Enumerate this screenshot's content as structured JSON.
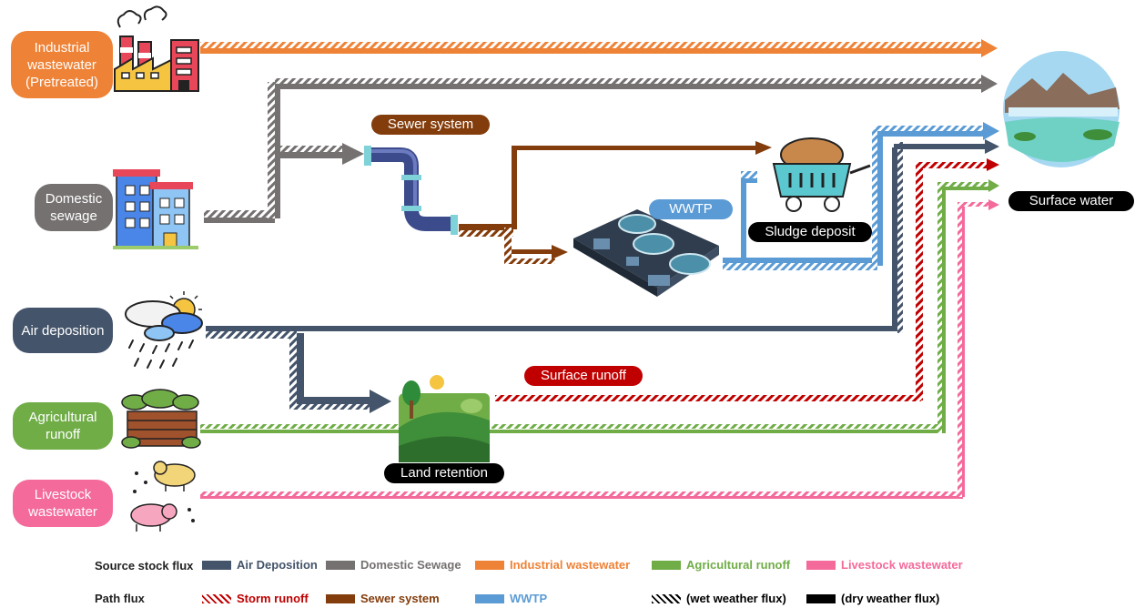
{
  "sources": [
    {
      "key": "industrial",
      "label": "Industrial wastewater (Pretreated)",
      "color": "#EE8236"
    },
    {
      "key": "domestic",
      "label": "Domestic sewage",
      "color": "#767171"
    },
    {
      "key": "air",
      "label": "Air deposition",
      "color": "#44546A"
    },
    {
      "key": "agri",
      "label": "Agricultural runoff",
      "color": "#70AD47"
    },
    {
      "key": "livestock",
      "label": "Livestock wastewater",
      "color": "#F36A9B"
    }
  ],
  "nodes": {
    "sewer": {
      "label": "Sewer system",
      "color": "#833C0B"
    },
    "wwtp": {
      "label": "WWTP",
      "color": "#5B9BD5"
    },
    "sludge": {
      "label": "Sludge deposit",
      "color": "#000000"
    },
    "surface_water": {
      "label": "Surface water",
      "color": "#000000"
    },
    "land": {
      "label": "Land retention",
      "color": "#000000"
    },
    "surface_runoff": {
      "label": "Surface runoff",
      "color": "#C00000"
    }
  },
  "legend": {
    "source_title": "Source stock flux",
    "path_title": "Path flux",
    "source_items": [
      {
        "label": "Air Deposition",
        "color": "#44546A"
      },
      {
        "label": "Domestic Sewage",
        "color": "#767171"
      },
      {
        "label": "Industrial wastewater",
        "color": "#EE8236"
      },
      {
        "label": "Agricultural runoff",
        "color": "#70AD47"
      },
      {
        "label": "Livestock wastewater",
        "color": "#F36A9B"
      }
    ],
    "path_items": [
      {
        "label": "Storm runoff",
        "color": "#C00000"
      },
      {
        "label": "Sewer system",
        "color": "#833C0B"
      },
      {
        "label": "WWTP",
        "color": "#5B9BD5"
      },
      {
        "label": "(wet weather flux)",
        "color": "#000000"
      },
      {
        "label": "(dry weather flux)",
        "color": "#000000"
      }
    ]
  }
}
